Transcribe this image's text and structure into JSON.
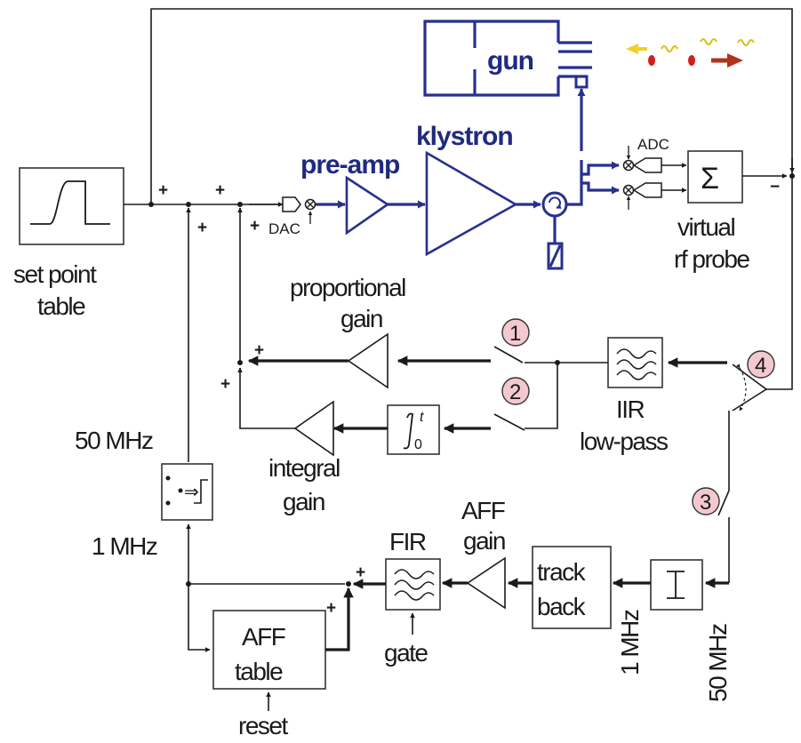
{
  "colors": {
    "line": "#1a1a1a",
    "rf_path": "#27308f",
    "switch_badge": "#f3c9cf",
    "arrow_yellow": "#f3d02a",
    "arrow_red": "#b2331b",
    "bunch": "#d11d1d",
    "photon": "#d9bf13"
  },
  "blocks": {
    "set_point": {
      "line1": "set point",
      "line2": "table"
    },
    "virtual_probe": {
      "symbol": "Σ",
      "line1": "virtual",
      "line2": "rf probe"
    },
    "iir": {
      "line1": "IIR",
      "line2": "low-pass"
    },
    "integrator": {
      "upper": "t",
      "lower": "0"
    },
    "track_back": {
      "line1": "track",
      "line2": "back"
    },
    "fir": {
      "label": "FIR",
      "sub": "gate"
    },
    "aff_table": {
      "line1": "AFF",
      "line2": "table",
      "sub": "reset"
    },
    "mux": {
      "top": "50 MHz",
      "bottom": "1 MHz"
    }
  },
  "labels": {
    "gun": "gun",
    "klystron": "klystron",
    "preamp": "pre-amp",
    "dac": "DAC",
    "adc": "ADC",
    "proportional_1": "proportional",
    "proportional_2": "gain",
    "integral_1": "integral",
    "integral_2": "gain",
    "aff_gain_1": "AFF",
    "aff_gain_2": "gain",
    "clock_1mhz": "1 MHz",
    "clock_50mhz": "50 MHz"
  },
  "switches": [
    "1",
    "2",
    "3",
    "4"
  ],
  "signs": {
    "plus": "+",
    "minus": "−"
  }
}
